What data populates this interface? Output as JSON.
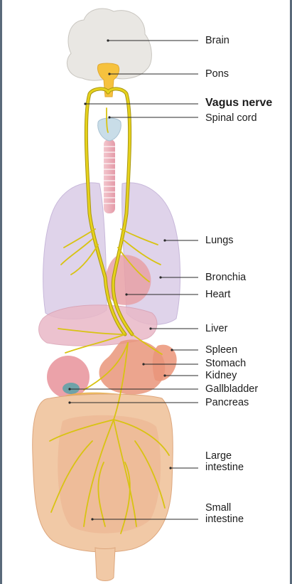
{
  "labels": {
    "brain": "Brain",
    "pons": "Pons",
    "vagus_nerve": "Vagus nerve",
    "spinal_cord": "Spinal cord",
    "lungs": "Lungs",
    "bronchia": "Bronchia",
    "heart": "Heart",
    "liver": "Liver",
    "spleen": "Spleen",
    "stomach": "Stomach",
    "kidney": "Kidney",
    "gallbladder": "Gallbladder",
    "pancreas": "Pancreas",
    "large_intestine_1": "Large",
    "large_intestine_2": "intestine",
    "small_intestine_1": "Small",
    "small_intestine_2": "intestine"
  },
  "colors": {
    "nerve": "#e6d21c",
    "nerve_outline": "#a79510",
    "brain": "#e9e7e3",
    "pons": "#f6c23e",
    "lungs": "#dccfe8",
    "heart": "#e7a0a6",
    "liver": "#e9b8c7",
    "stomach": "#e9957a",
    "intestine": "#f1c9a6",
    "leader_line": "#2a2a2a"
  }
}
